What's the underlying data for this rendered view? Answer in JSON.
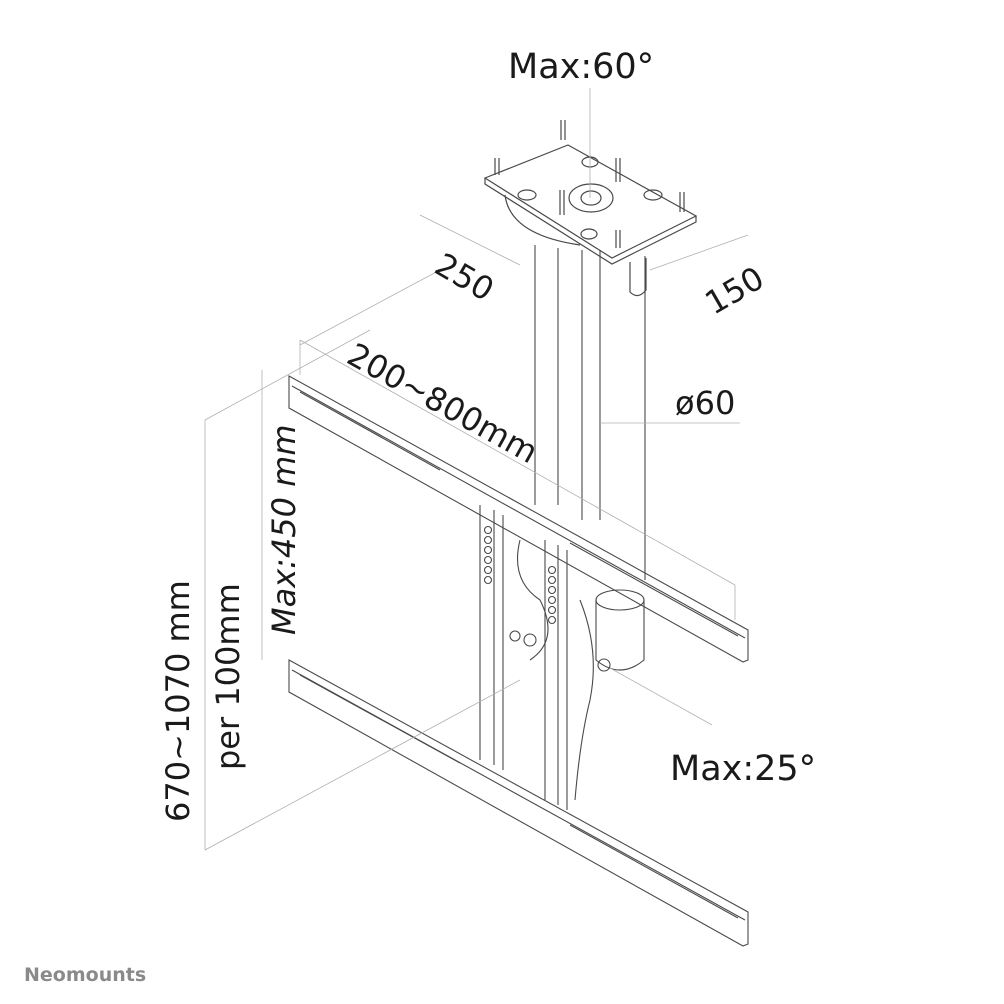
{
  "diagram": {
    "subject": "Ceiling TV mount - technical dimension drawing",
    "labels": {
      "tilt_top": "Max:60°",
      "plate_width": "250",
      "plate_depth": "150",
      "vesa_width": "200~800mm",
      "pole_diameter": "ø60",
      "vesa_height": "Max:450 mm",
      "height_range": "670~1070 mm",
      "height_step": "per 100mm",
      "tilt_bottom": "Max:25°"
    },
    "brand": "Neomounts",
    "colors": {
      "line": "#4a4a4a",
      "dim_line": "#b0b0b0",
      "text": "#1a1a1a",
      "brand": "#8a8a8a"
    }
  }
}
